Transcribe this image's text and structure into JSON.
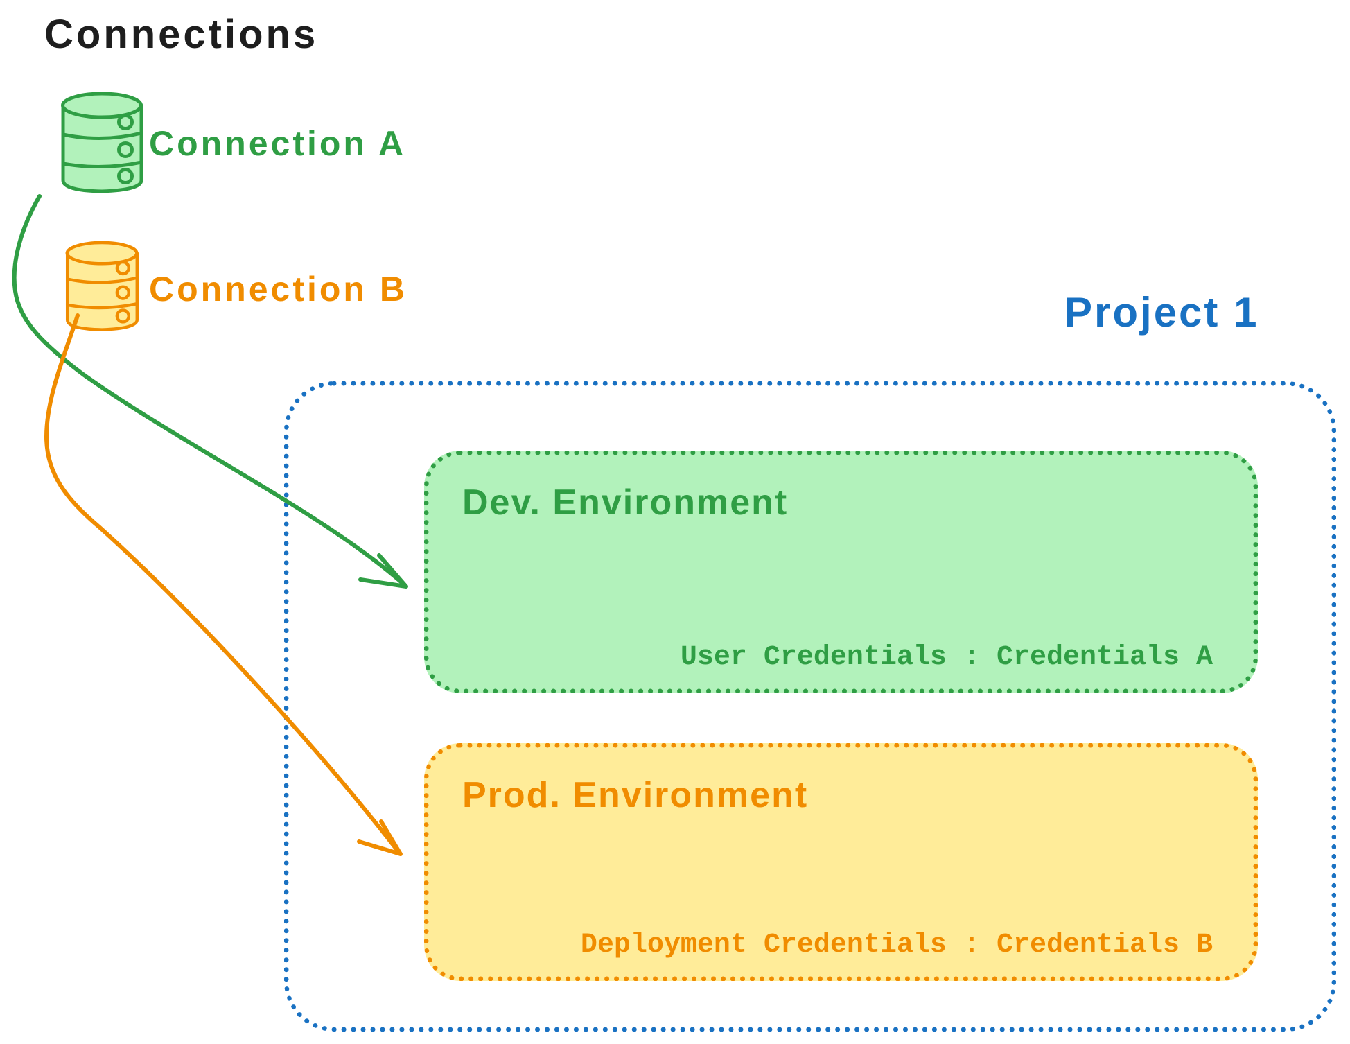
{
  "title": "Connections",
  "connections": [
    {
      "label": "Connection A",
      "icon": "database-icon",
      "color": "#2f9e44"
    },
    {
      "label": "Connection B",
      "icon": "database-icon",
      "color": "#f08c00"
    }
  ],
  "project": {
    "label": "Project 1",
    "environments": [
      {
        "name": "Dev. Environment",
        "credentials": "User Credentials : Credentials A"
      },
      {
        "name": "Prod. Environment",
        "credentials": "Deployment Credentials : Credentials B"
      }
    ]
  },
  "colors": {
    "title_text": "#1e1e1e",
    "green_stroke": "#2f9e44",
    "green_fill": "#b2f2bb",
    "orange_stroke": "#f08c00",
    "orange_fill": "#ffec99",
    "blue_stroke": "#1971c2"
  }
}
